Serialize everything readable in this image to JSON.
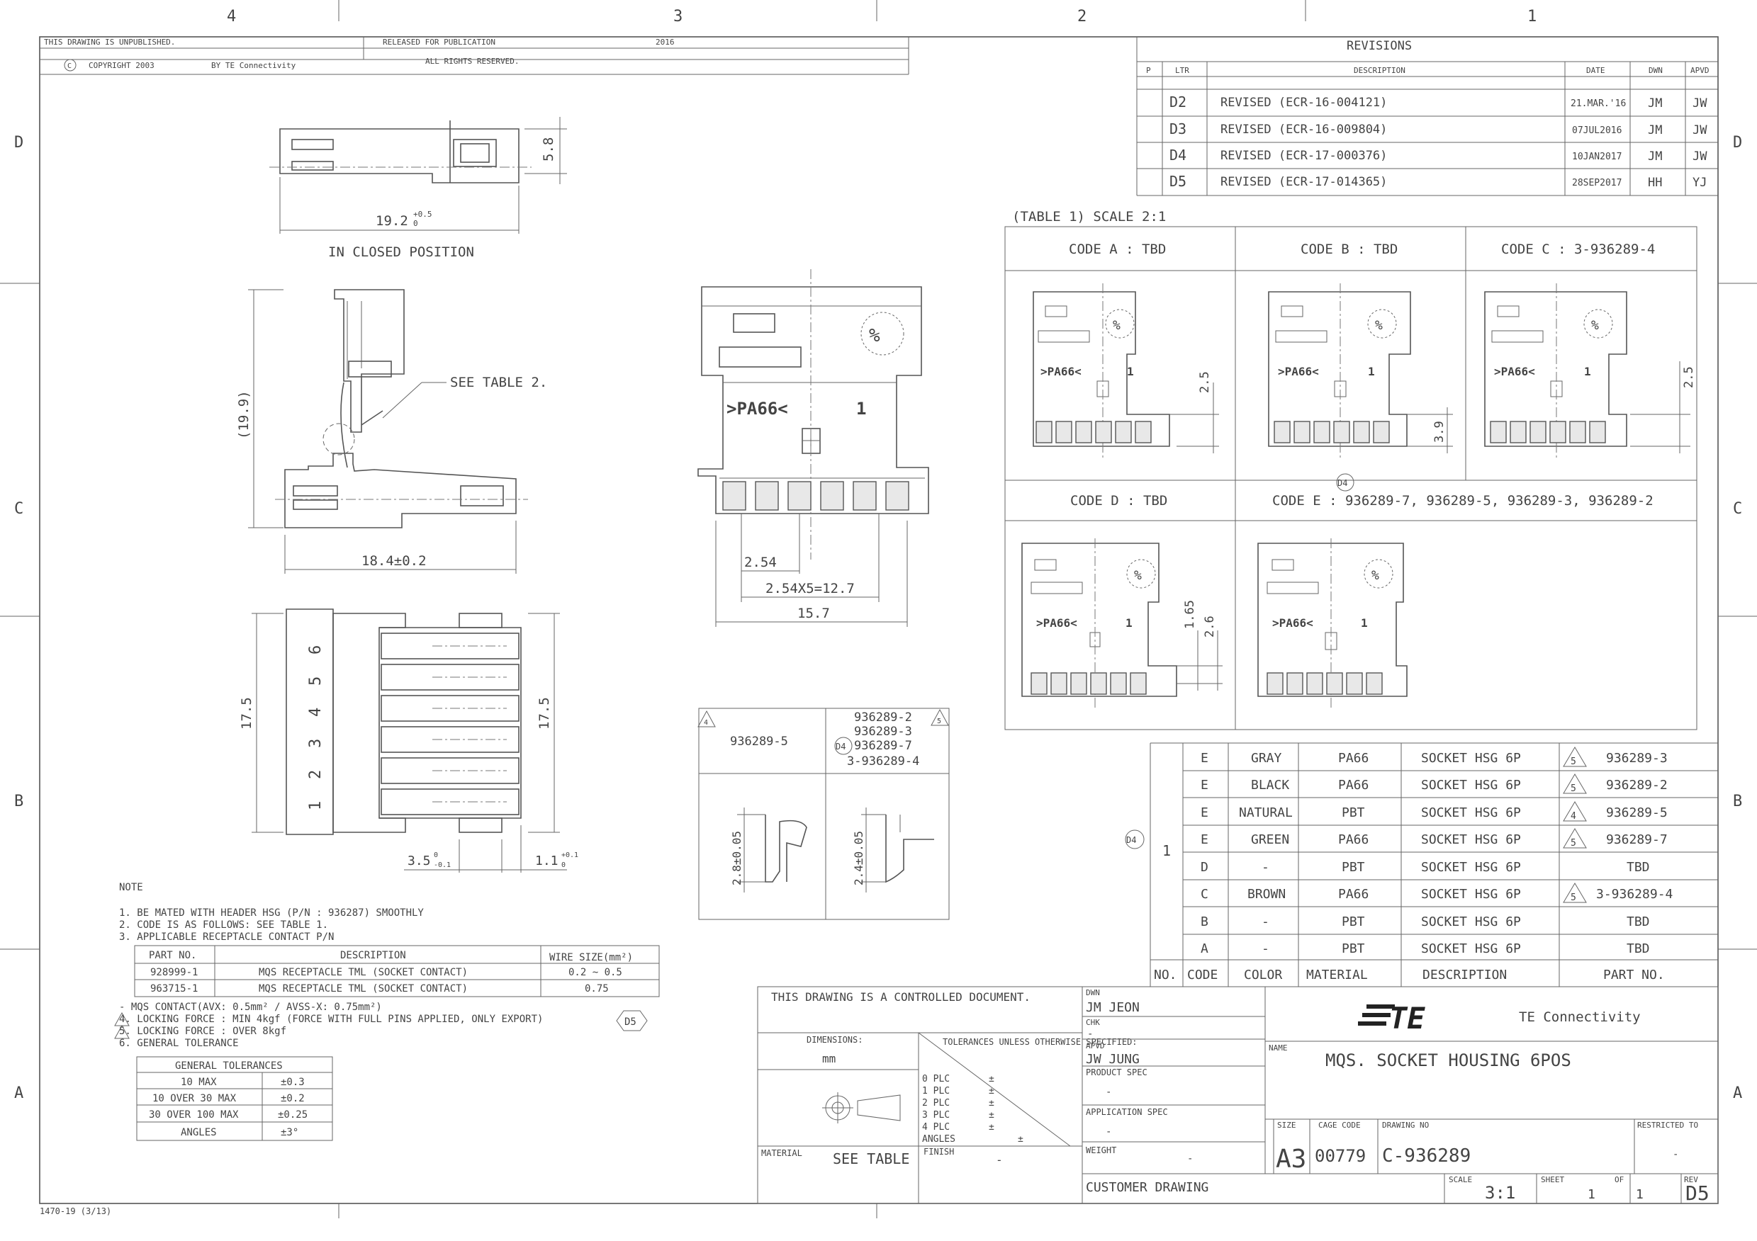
{
  "frame": {
    "zones_top": [
      "4",
      "3",
      "2",
      "1"
    ],
    "zones_side": [
      "D",
      "C",
      "B",
      "A"
    ],
    "form_number": "1470-19 (3/13)"
  },
  "header": {
    "unpublished": "THIS DRAWING IS UNPUBLISHED.",
    "released": "RELEASED FOR PUBLICATION",
    "year": "2016",
    "copyright": "COPYRIGHT 2003",
    "by": "BY TE Connectivity",
    "rights": "ALL RIGHTS RESERVED."
  },
  "revisions": {
    "title": "REVISIONS",
    "headers": [
      "P",
      "LTR",
      "DESCRIPTION",
      "DATE",
      "DWN",
      "APVD"
    ],
    "rows": [
      {
        "ltr": "D2",
        "desc": "REVISED (ECR-16-004121)",
        "date": "21.MAR.'16",
        "dwn": "JM",
        "apvd": "JW"
      },
      {
        "ltr": "D3",
        "desc": "REVISED (ECR-16-009804)",
        "date": "07JUL2016",
        "dwn": "JM",
        "apvd": "JW"
      },
      {
        "ltr": "D4",
        "desc": "REVISED (ECR-17-000376)",
        "date": "10JAN2017",
        "dwn": "JM",
        "apvd": "JW"
      },
      {
        "ltr": "D5",
        "desc": "REVISED (ECR-17-014365)",
        "date": "28SEP2017",
        "dwn": "HH",
        "apvd": "YJ"
      }
    ]
  },
  "views": {
    "top_dim": "19.2",
    "top_tol": "+0.5",
    "top_tol2": "0",
    "top_height": "5.8",
    "closed_caption": "IN CLOSED POSITION",
    "side_height": "(19.9)",
    "see_table": "SEE TABLE 2.",
    "side_len": "18.4±0.2",
    "bottom_h1": "17.5",
    "bottom_h2": "17.5",
    "bottom_d1": "3.5",
    "bottom_d1_tol": "0",
    "bottom_d1_tol2": "-0.1",
    "bottom_d2": "1.1",
    "bottom_d2_tol": "+0.1",
    "bottom_d2_tol2": "0",
    "pin_numbers": [
      "6",
      "5",
      "4",
      "3",
      "2",
      "1"
    ],
    "front_material": ">PA66<",
    "front_one": "1",
    "front_pitch": "2.54",
    "front_span": "2.54X5=12.7",
    "front_width": "15.7"
  },
  "table1": {
    "caption": "(TABLE 1) SCALE 2:1",
    "code_a": "CODE A : TBD",
    "code_b": "CODE B : TBD",
    "code_c": "CODE C : 3-936289-4",
    "code_d": "CODE D : TBD",
    "code_e": "CODE E : 936289-7, 936289-5, 936289-3, 936289-2",
    "badge": "D4",
    "dim_a": "2.5",
    "dim_b": "3.9",
    "dim_c": "2.5",
    "dim_d1": "1.65",
    "dim_d2": "2.6",
    "label_material": ">PA66<",
    "label_one": "1"
  },
  "table2": {
    "left_part": "936289-5",
    "left_marker": "4",
    "right_parts": [
      "936289-2",
      "936289-3",
      "936289-7",
      "3-936289-4"
    ],
    "right_marker": "5",
    "d4_badge": "D4",
    "left_dim": "2.8±0.05",
    "right_dim": "2.4±0.05"
  },
  "parts": {
    "d4_badge": "D4",
    "no_value": "1",
    "headers": [
      "NO.",
      "CODE",
      "COLOR",
      "MATERIAL",
      "DESCRIPTION",
      "PART NO."
    ],
    "rows": [
      {
        "code": "E",
        "color": "GRAY",
        "material": "PA66",
        "desc": "SOCKET HSG 6P",
        "rev": "5",
        "part": "936289-3"
      },
      {
        "code": "E",
        "color": "BLACK",
        "material": "PA66",
        "desc": "SOCKET HSG 6P",
        "rev": "5",
        "part": "936289-2"
      },
      {
        "code": "E",
        "color": "NATURAL",
        "material": "PBT",
        "desc": "SOCKET HSG 6P",
        "rev": "4",
        "part": "936289-5"
      },
      {
        "code": "E",
        "color": "GREEN",
        "material": "PA66",
        "desc": "SOCKET HSG 6P",
        "rev": "5",
        "part": "936289-7"
      },
      {
        "code": "D",
        "color": "-",
        "material": "PBT",
        "desc": "SOCKET HSG 6P",
        "rev": "",
        "part": "TBD"
      },
      {
        "code": "C",
        "color": "BROWN",
        "material": "PA66",
        "desc": "SOCKET HSG 6P",
        "rev": "5",
        "part": "3-936289-4"
      },
      {
        "code": "B",
        "color": "-",
        "material": "PBT",
        "desc": "SOCKET HSG 6P",
        "rev": "",
        "part": "TBD"
      },
      {
        "code": "A",
        "color": "-",
        "material": "PBT",
        "desc": "SOCKET HSG 6P",
        "rev": "",
        "part": "TBD"
      }
    ]
  },
  "notes": {
    "title": "NOTE",
    "n1": "1. BE MATED WITH HEADER HSG (P/N : 936287) SMOOTHLY",
    "n2": "2. CODE IS AS FOLLOWS: SEE TABLE 1.",
    "n3": "3. APPLICABLE RECEPTACLE CONTACT P/N",
    "contact_headers": [
      "PART NO.",
      "DESCRIPTION",
      "WIRE SIZE(mm²)"
    ],
    "contacts": [
      {
        "part": "928999-1",
        "desc": "MQS RECEPTACLE TML (SOCKET CONTACT)",
        "wire": "0.2 ~ 0.5"
      },
      {
        "part": "963715-1",
        "desc": "MQS RECEPTACLE TML (SOCKET CONTACT)",
        "wire": "0.75"
      }
    ],
    "n_mqs": "- MQS CONTACT(AVX: 0.5mm² / AVSS-X: 0.75mm²)",
    "n4": "4. LOCKING FORCE : MIN 4kgf (FORCE WITH FULL PINS APPLIED, ONLY EXPORT)",
    "n5": "5. LOCKING FORCE : OVER 8kgf",
    "n6": "6. GENERAL TOLERANCE",
    "d5_badge": "D5",
    "gt_title": "GENERAL TOLERANCES",
    "gt_rows": [
      {
        "range": "10 MAX",
        "tol": "±0.3"
      },
      {
        "range": "10 OVER 30 MAX",
        "tol": "±0.2"
      },
      {
        "range": "30 OVER 100 MAX",
        "tol": "±0.25"
      },
      {
        "range": "ANGLES",
        "tol": "±3°"
      }
    ]
  },
  "title_block": {
    "controlled": "THIS DRAWING IS A CONTROLLED DOCUMENT.",
    "dimensions_label": "DIMENSIONS:",
    "dimensions_unit": "mm",
    "tolerances_label": "TOLERANCES UNLESS OTHERWISE SPECIFIED:",
    "plc": [
      "0 PLC",
      "1 PLC",
      "2 PLC",
      "3 PLC",
      "4 PLC",
      "ANGLES"
    ],
    "plus_minus": "±",
    "material_label": "MATERIAL",
    "material_value": "SEE TABLE",
    "finish_label": "FINISH",
    "finish_value": "-",
    "dwn_label": "DWN",
    "dwn_value": "JM JEON",
    "chk_label": "CHK",
    "chk_value": "-",
    "apvd_label": "APVD",
    "apvd_value": "JW JUNG",
    "product_spec_label": "PRODUCT SPEC",
    "product_spec_value": "-",
    "app_spec_label": "APPLICATION SPEC",
    "app_spec_value": "-",
    "weight_label": "WEIGHT",
    "weight_value": "-",
    "customer_drawing": "CUSTOMER DRAWING",
    "logo": "TE",
    "company": "TE Connectivity",
    "name_label": "NAME",
    "name_value": "MQS. SOCKET HOUSING 6POS",
    "size_label": "SIZE",
    "size_value": "A3",
    "cage_label": "CAGE CODE",
    "cage_value": "00779",
    "dwg_label": "DRAWING NO",
    "dwg_value": "C-936289",
    "restricted_label": "RESTRICTED TO",
    "restricted_value": "-",
    "scale_label": "SCALE",
    "scale_value": "3:1",
    "sheet_label": "SHEET",
    "sheet_value": "1",
    "of_label": "OF",
    "of_value": "1",
    "rev_label": "REV",
    "rev_value": "D5"
  }
}
